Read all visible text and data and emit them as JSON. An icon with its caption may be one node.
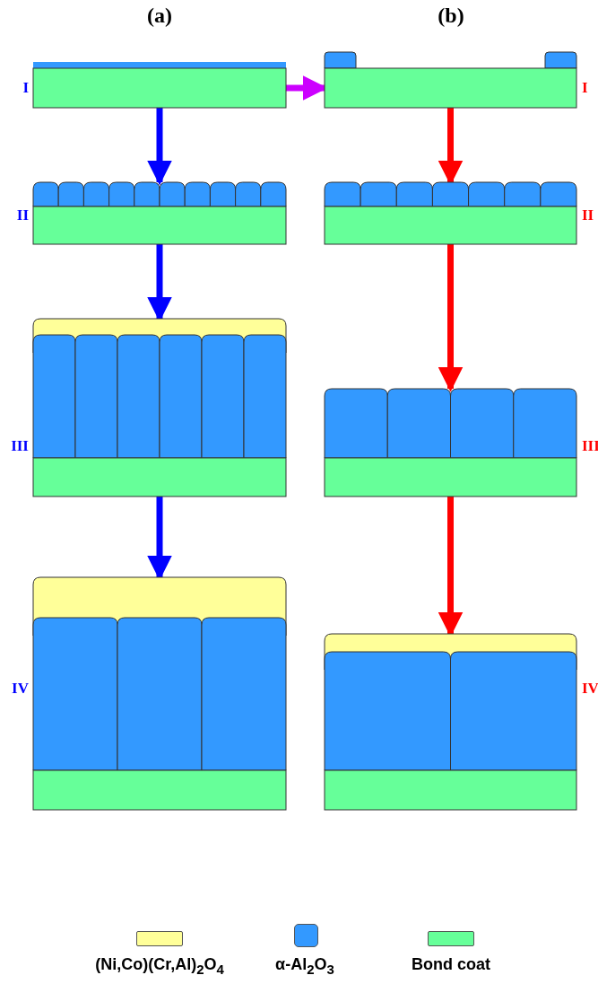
{
  "diagram": {
    "nodes": [
      {
        "text": [],
        "shape": "picture",
        "beside": [
          "I"
        ]
      },
      {
        "text": [],
        "shape": "picture",
        "beside": [
          "II"
        ]
      },
      {
        "text": [],
        "shape": "picture",
        "beside": [
          "III"
        ]
      },
      {
        "text": [],
        "shape": "picture",
        "beside": [
          "IV"
        ]
      },
      {
        "text": [],
        "shape": "picture",
        "beside": [
          "I"
        ]
      },
      {
        "text": [],
        "shape": "picture",
        "beside": [
          "II"
        ]
      },
      {
        "text": [],
        "shape": "picture",
        "beside": [
          "III"
        ]
      },
      {
        "text": [],
        "shape": "picture",
        "beside": [
          "IV"
        ]
      }
    ],
    "edges": [
      {
        "from": 0,
        "to": 1,
        "arrow": "to",
        "color": "#0000ff"
      },
      {
        "from": 1,
        "to": 2,
        "arrow": "to",
        "color": "#0000ff"
      },
      {
        "from": 2,
        "to": 3,
        "arrow": "to",
        "color": "#0000ff"
      },
      {
        "from": 0,
        "to": 4,
        "arrow": "to",
        "color": "#cc00ff"
      },
      {
        "from": 4,
        "to": 5,
        "arrow": "to",
        "color": "#ff0000"
      },
      {
        "from": 5,
        "to": 6,
        "arrow": "to",
        "color": "#ff0000"
      },
      {
        "from": 6,
        "to": 7,
        "arrow": "to",
        "color": "#ff0000"
      }
    ],
    "labels": [
      "(a)",
      "(b)"
    ],
    "legend": [
      {
        "text": "(Ni,Co)(Cr,Al)$_{2}$O$_{4}$",
        "color": "#ffff99"
      },
      {
        "text": "α-Al$_{2}$O$_{3}$",
        "color": "#3399ff"
      },
      {
        "text": "Bond coat",
        "color": "#66ff99"
      }
    ]
  }
}
